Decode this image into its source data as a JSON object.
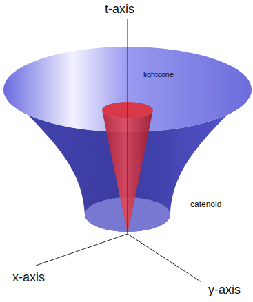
{
  "diagram": {
    "labels": [
      "t-axis",
      "lightcone",
      "catenoid",
      "x-axis",
      "y-axis"
    ]
  }
}
